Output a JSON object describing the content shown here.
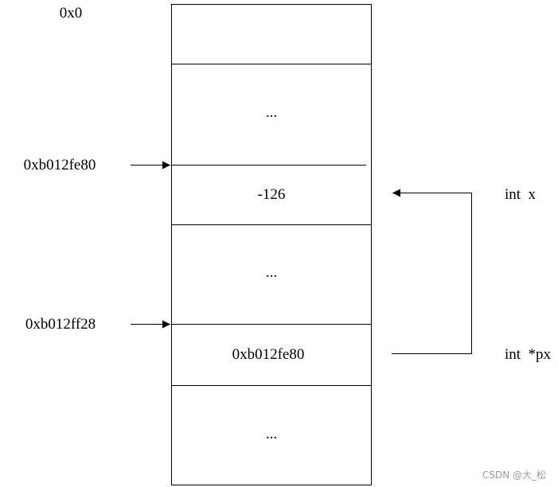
{
  "memory": {
    "top_address": "0x0",
    "cells": [
      "",
      "...",
      "-126",
      "...",
      "0xb012fe80",
      "..."
    ]
  },
  "pointers": [
    {
      "address": "0xb012fe80"
    },
    {
      "address": "0xb012ff28"
    }
  ],
  "variables": [
    {
      "label": "int  x"
    },
    {
      "label": "int  *px"
    }
  ],
  "watermark": "CSDN @大_松",
  "colors": {
    "line": "#000000",
    "text": "#000000",
    "watermark": "#9a9a9a"
  }
}
